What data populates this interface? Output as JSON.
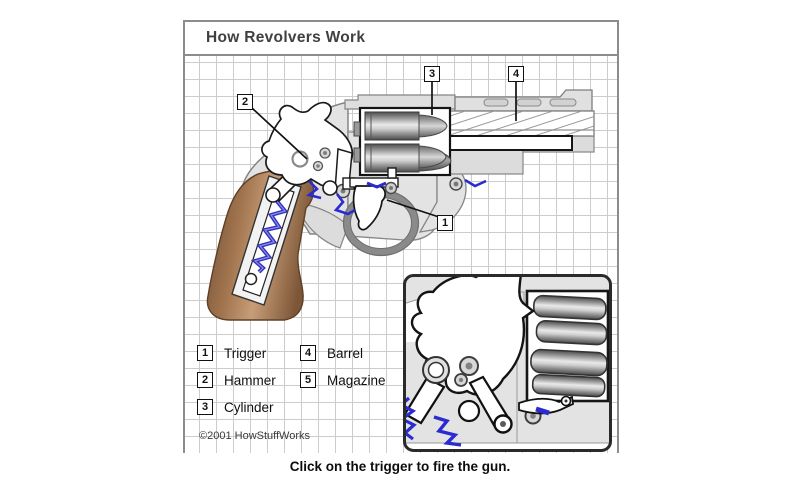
{
  "title": "How Revolvers Work",
  "caption": "Click on the trigger to fire the gun.",
  "copyright": "©2001 HowStuffWorks",
  "callouts": [
    {
      "num": "1",
      "target": "trigger"
    },
    {
      "num": "2",
      "target": "hammer"
    },
    {
      "num": "3",
      "target": "cylinder"
    },
    {
      "num": "4",
      "target": "barrel"
    }
  ],
  "legend": {
    "items": [
      {
        "num": "1",
        "label": "Trigger"
      },
      {
        "num": "2",
        "label": "Hammer"
      },
      {
        "num": "3",
        "label": "Cylinder"
      },
      {
        "num": "4",
        "label": "Barrel"
      },
      {
        "num": "5",
        "label": "Magazine"
      }
    ]
  },
  "colors": {
    "frame_gray": "#e3e3e3",
    "grip_brown": "#a97c55",
    "spring_blue": "#2b2bd0",
    "grid_line": "#cccccc",
    "outline": "#1a1a1a"
  }
}
